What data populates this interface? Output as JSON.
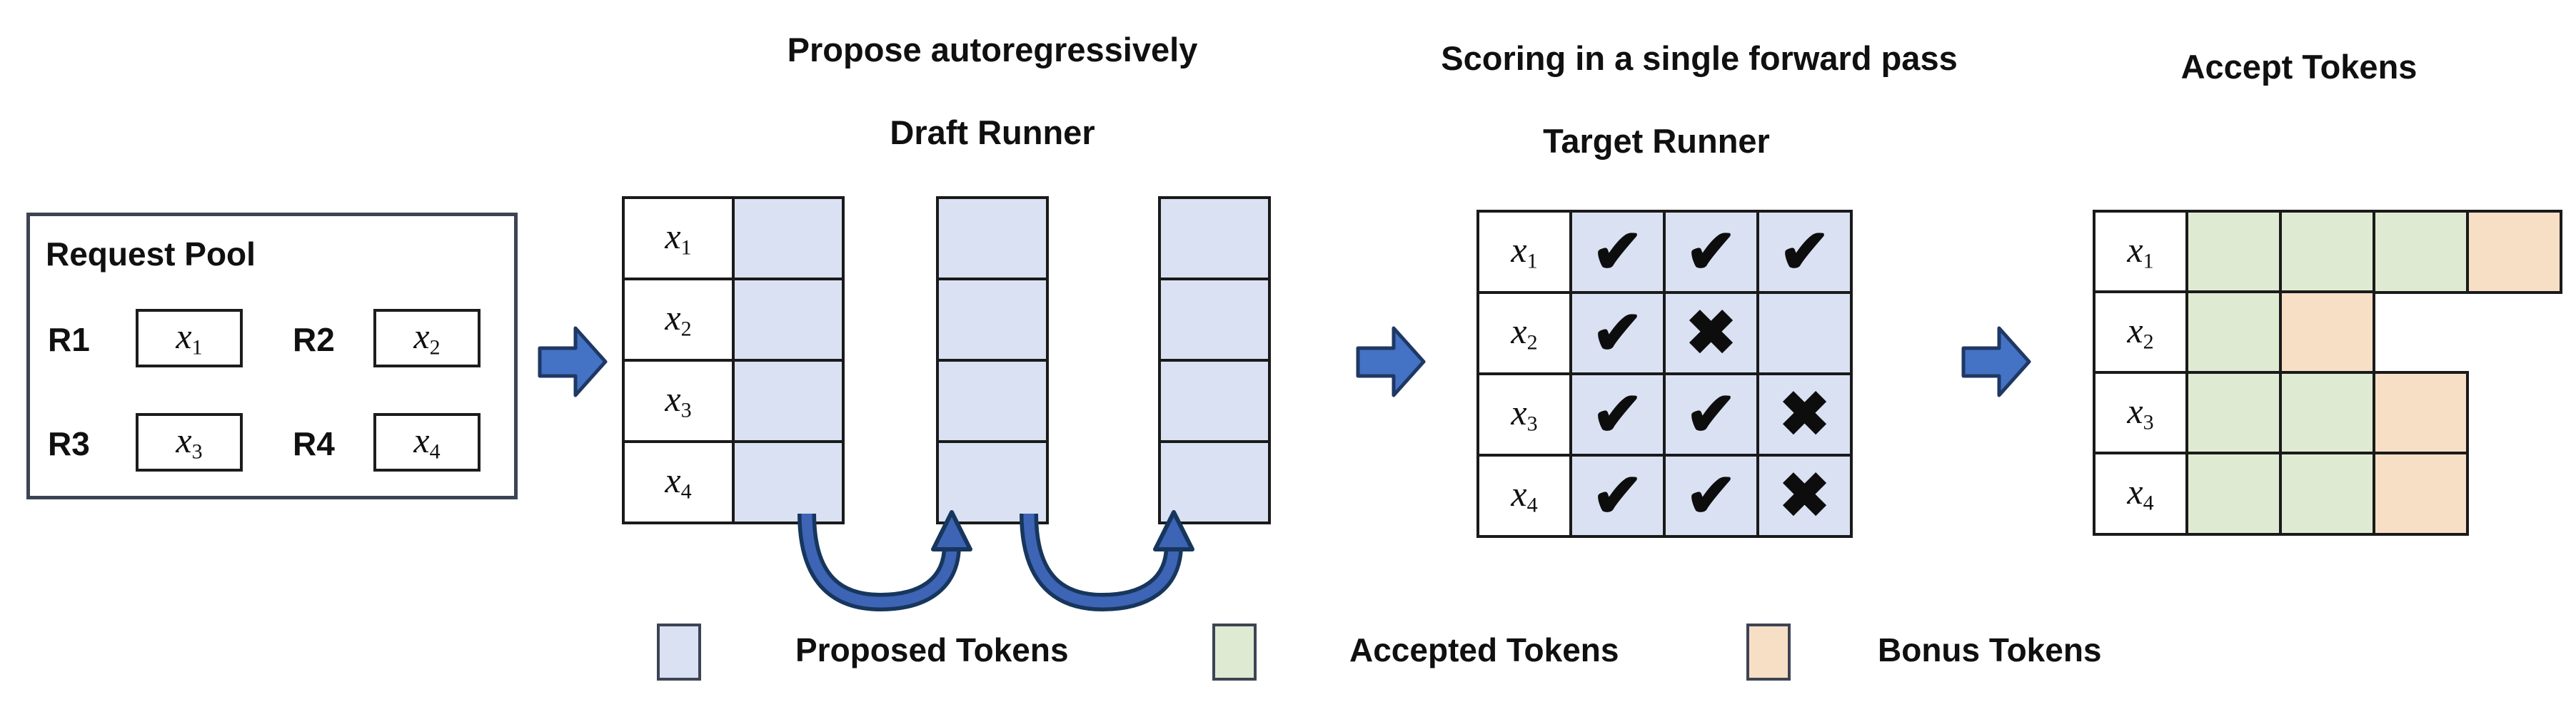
{
  "titles": {
    "propose": "Propose autoregressively",
    "draft_runner": "Draft Runner",
    "scoring": "Scoring in a single forward pass",
    "target_runner": "Target Runner",
    "accept": "Accept Tokens"
  },
  "request_pool": {
    "title": "Request Pool",
    "requests": [
      {
        "id": "R1",
        "token": {
          "base": "x",
          "sub": "1"
        }
      },
      {
        "id": "R2",
        "token": {
          "base": "x",
          "sub": "2"
        }
      },
      {
        "id": "R3",
        "token": {
          "base": "x",
          "sub": "3"
        }
      },
      {
        "id": "R4",
        "token": {
          "base": "x",
          "sub": "4"
        }
      }
    ]
  },
  "tokens": [
    {
      "base": "x",
      "sub": "1"
    },
    {
      "base": "x",
      "sub": "2"
    },
    {
      "base": "x",
      "sub": "3"
    },
    {
      "base": "x",
      "sub": "4"
    }
  ],
  "draft_runner": {
    "proposed_columns_after_first": 2,
    "rows_per_column": 4
  },
  "target_runner": {
    "rows": [
      {
        "token": {
          "base": "x",
          "sub": "1"
        },
        "marks": [
          "✔",
          "✔",
          "✔"
        ]
      },
      {
        "token": {
          "base": "x",
          "sub": "2"
        },
        "marks": [
          "✔",
          "✖",
          ""
        ]
      },
      {
        "token": {
          "base": "x",
          "sub": "3"
        },
        "marks": [
          "✔",
          "✔",
          "✖"
        ]
      },
      {
        "token": {
          "base": "x",
          "sub": "4"
        },
        "marks": [
          "✔",
          "✔",
          "✖"
        ]
      }
    ]
  },
  "accept_tokens": {
    "rows": [
      {
        "token": {
          "base": "x",
          "sub": "1"
        },
        "cells": [
          "accepted",
          "accepted",
          "accepted",
          "bonus"
        ]
      },
      {
        "token": {
          "base": "x",
          "sub": "2"
        },
        "cells": [
          "accepted",
          "bonus"
        ]
      },
      {
        "token": {
          "base": "x",
          "sub": "3"
        },
        "cells": [
          "accepted",
          "accepted",
          "bonus"
        ]
      },
      {
        "token": {
          "base": "x",
          "sub": "4"
        },
        "cells": [
          "accepted",
          "accepted",
          "bonus"
        ]
      }
    ]
  },
  "legend": [
    {
      "label": "Proposed Tokens",
      "color": "#d9e1f2",
      "key": "proposed"
    },
    {
      "label": "Accepted Tokens",
      "color": "#dfead3",
      "key": "accepted"
    },
    {
      "label": "Bonus Tokens",
      "color": "#f7dfc6",
      "key": "bonus"
    }
  ],
  "colors": {
    "proposed": "#d9e1f2",
    "accepted": "#dfead3",
    "bonus": "#f7dfc6",
    "arrow_fill": "#4472c4",
    "arrow_stroke": "#1f3864",
    "grid_border": "#1a1a1a"
  }
}
